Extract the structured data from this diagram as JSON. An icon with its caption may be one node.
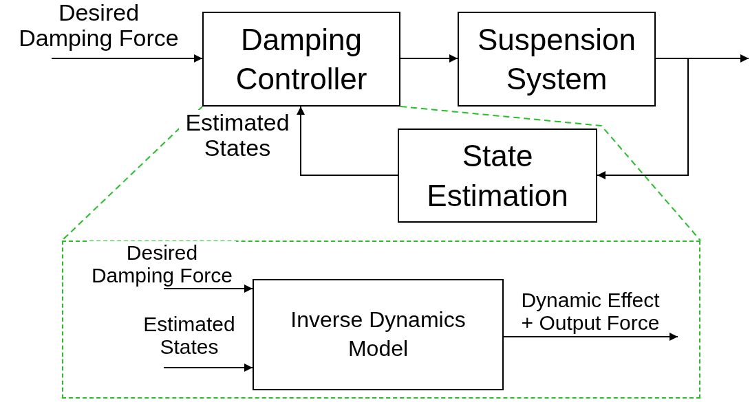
{
  "diagram": {
    "nodes": [
      {
        "text": [
          "Damping Controller"
        ]
      },
      {
        "text": [
          "Suspension System"
        ]
      },
      {
        "text": [
          "State Estimation"
        ]
      },
      {
        "text": [],
        "shape": "box"
      },
      {
        "text": [
          "Inverse Dynamics Model"
        ],
        "in": 3
      }
    ],
    "edges": [
      {
        "from": null,
        "to": 0,
        "arrow": "to",
        "label": "Desired Damping Force"
      },
      {
        "from": 0,
        "to": 1,
        "arrow": "to"
      },
      {
        "from": 1,
        "to": null,
        "arrow": "to"
      },
      {
        "from": 1,
        "to": 2,
        "arrow": "to"
      },
      {
        "from": 2,
        "to": 0,
        "arrow": "to",
        "label": "Estimated States"
      },
      {
        "from": null,
        "to": 4,
        "arrow": "to",
        "label": "Desired Damping Force"
      },
      {
        "from": null,
        "to": 4,
        "arrow": "to",
        "label": "Estimated States"
      },
      {
        "from": 4,
        "to": null,
        "arrow": "to",
        "label": "Dynamic Effect + Output Force"
      },
      {
        "from": 0,
        "to": 3,
        "arrow": "none",
        "style": "dashed",
        "color": "#22c322"
      },
      {
        "from": 0,
        "to": 3,
        "arrow": "none",
        "style": "dashed",
        "color": "#22c322"
      }
    ]
  }
}
